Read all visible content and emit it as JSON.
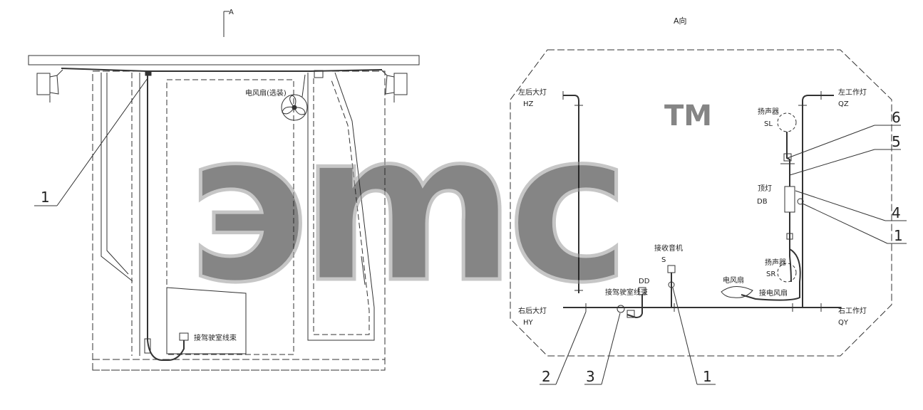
{
  "side_view": {
    "section_marker": "A",
    "fan_label": "电风扇(选装)",
    "harness_label": "接驾驶室线束",
    "callout_1": "1"
  },
  "view_a": {
    "title": "A向",
    "left_rear_lamp": "左后大灯",
    "left_rear_code": "HZ",
    "left_work_lamp": "左工作灯",
    "left_work_code": "QZ",
    "speaker_top": "扬声器",
    "speaker_top_code": "SL",
    "dome_lamp": "顶灯",
    "dome_lamp_code": "DB",
    "radio": "接收音机",
    "radio_code": "S",
    "speaker_bottom": "扬声器",
    "speaker_bottom_code": "SR",
    "fan": "电风扇",
    "fan_connector": "接电风扇",
    "dd_code": "DD",
    "cab_harness": "接驾驶室线束",
    "right_rear_lamp": "右后大灯",
    "right_rear_code": "HY",
    "right_work_lamp": "右工作灯",
    "right_work_code": "QY",
    "callouts": [
      "6",
      "5",
      "4",
      "1",
      "2",
      "3",
      "1"
    ]
  },
  "watermark": {
    "text": "эmc",
    "tm": "TM"
  }
}
